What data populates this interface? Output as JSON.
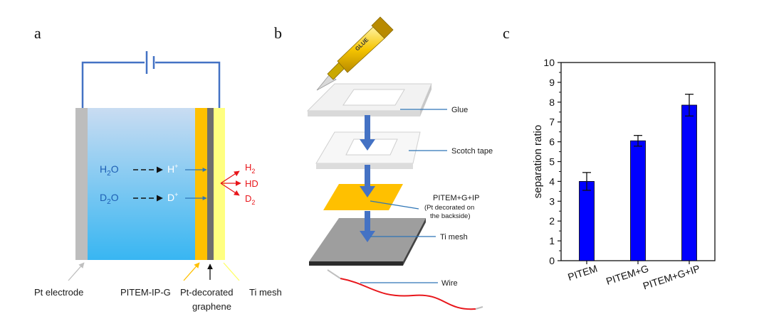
{
  "panels": {
    "a": {
      "letter": "a",
      "reaction_left": [
        {
          "species": "H",
          "sub": "2",
          "tail": "O"
        },
        {
          "species": "D",
          "sub": "2",
          "tail": "O"
        }
      ],
      "ions": [
        {
          "base": "H",
          "sup": "+"
        },
        {
          "base": "D",
          "sup": "+"
        }
      ],
      "products": [
        {
          "base": "H",
          "sub": "2"
        },
        {
          "base": "HD",
          "sub": ""
        },
        {
          "base": "D",
          "sub": "2"
        }
      ],
      "labels": {
        "pt_electrode": "Pt electrode",
        "membrane": "PITEM-IP-G",
        "graphene_line1": "Pt-decorated",
        "graphene_line2": "graphene",
        "ti_mesh": "Ti mesh"
      },
      "colors": {
        "electrolyte_top": "#c9dcf2",
        "electrolyte_bottom": "#38b6f2",
        "pt_electrode": "#bdbdbd",
        "membrane": "#ffc000",
        "graphene": "#6e6e6e",
        "ti_mesh": "#ffff80",
        "circuit": "#4472c4"
      }
    },
    "b": {
      "letter": "b",
      "glue_tube_text": "GLUE",
      "labels": {
        "glue": "Glue",
        "scotch_tape": "Scotch tape",
        "sample_line1": "PITEM+G+IP",
        "sample_line2": "(Pt decorated on",
        "sample_line3": "the backside)",
        "ti_mesh": "Ti mesh",
        "wire": "Wire"
      }
    },
    "c": {
      "letter": "c"
    }
  },
  "chart_data": {
    "type": "bar",
    "categories": [
      "PITEM",
      "PITEM+G",
      "PITEM+G+IP"
    ],
    "values": [
      4.0,
      6.05,
      7.85
    ],
    "errors": [
      0.45,
      0.27,
      0.55
    ],
    "ylabel": "separation ratio",
    "ylim": [
      0,
      10
    ],
    "yticks": [
      0,
      1,
      2,
      3,
      4,
      5,
      6,
      7,
      8,
      9,
      10
    ],
    "bar_color": "#0000ff",
    "grid": false
  }
}
